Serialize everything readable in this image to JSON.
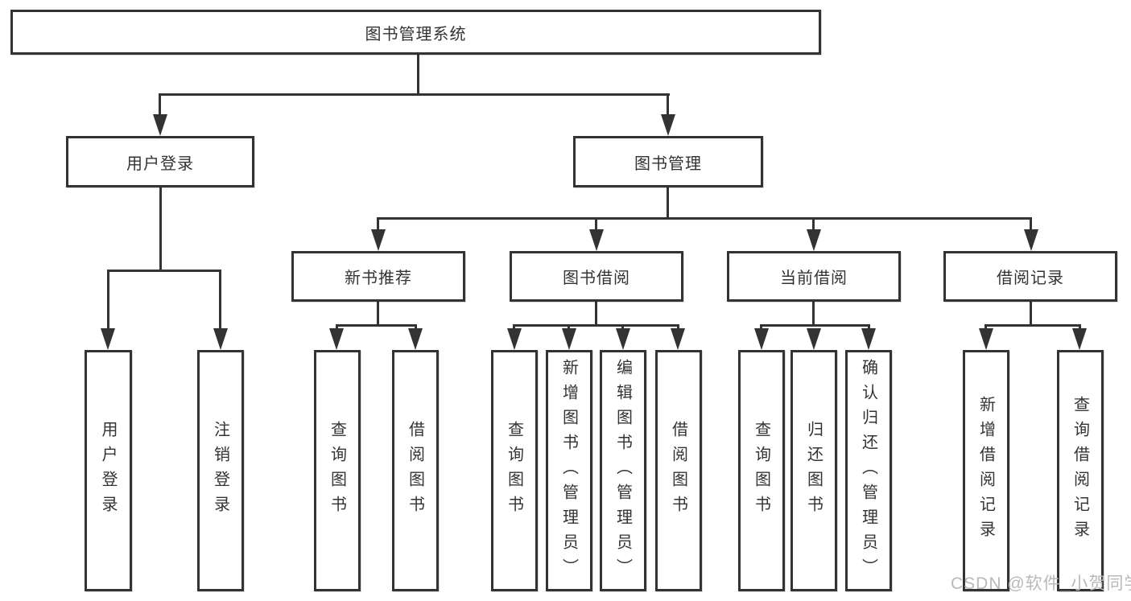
{
  "tree": {
    "label": "图书管理系统",
    "children": [
      {
        "label": "用户登录",
        "children": [
          {
            "label": "用户登录"
          },
          {
            "label": "注销登录"
          }
        ]
      },
      {
        "label": "图书管理",
        "children": [
          {
            "label": "新书推荐",
            "children": [
              {
                "label": "查询图书"
              },
              {
                "label": "借阅图书"
              }
            ]
          },
          {
            "label": "图书借阅",
            "children": [
              {
                "label": "查询图书"
              },
              {
                "label": "新增图书（管理员）"
              },
              {
                "label": "编辑图书（管理员）"
              },
              {
                "label": "借阅图书"
              }
            ]
          },
          {
            "label": "当前借阅",
            "children": [
              {
                "label": "查询图书"
              },
              {
                "label": "归还图书"
              },
              {
                "label": "确认归还（管理员）"
              }
            ]
          },
          {
            "label": "借阅记录",
            "children": [
              {
                "label": "新增借阅记录"
              },
              {
                "label": "查询借阅记录"
              }
            ]
          }
        ]
      }
    ]
  },
  "watermark": "CSDN @软件_小贺同学",
  "colors": {
    "line": "#333333",
    "text": "#333333",
    "watermark": "#b9b9b9",
    "background": "#ffffff"
  }
}
